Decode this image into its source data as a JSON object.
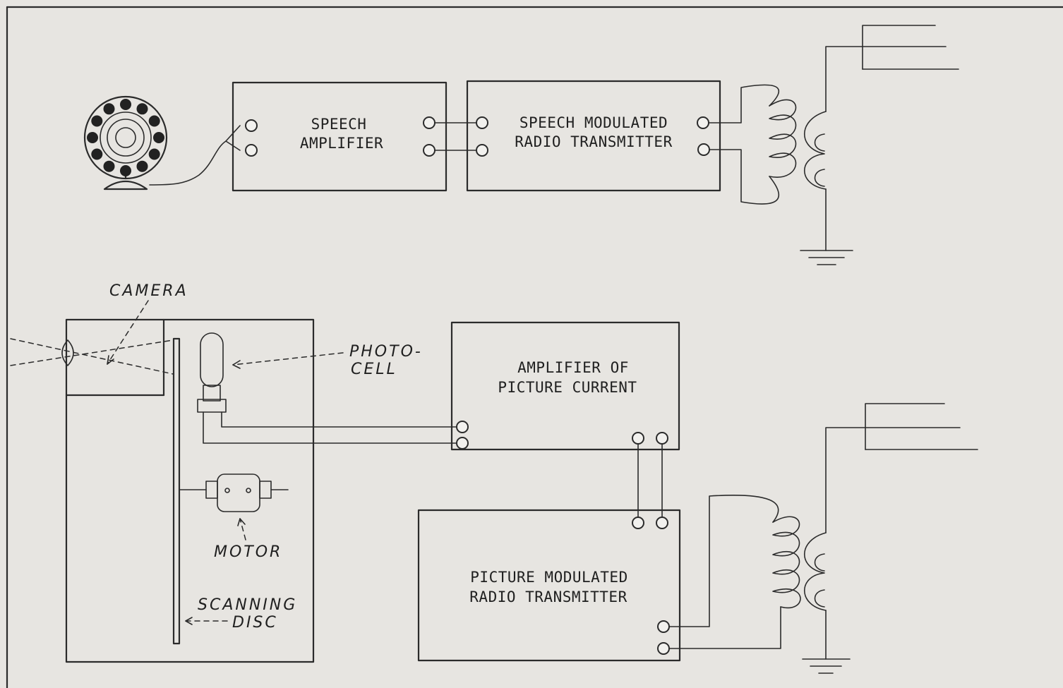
{
  "labels": {
    "speech_amplifier": [
      "SPEECH",
      "AMPLIFIER"
    ],
    "speech_transmitter": [
      "SPEECH MODULATED",
      "RADIO TRANSMITTER"
    ],
    "picture_amplifier": [
      "AMPLIFIER OF",
      "PICTURE CURRENT"
    ],
    "picture_transmitter": [
      "PICTURE MODULATED",
      "RADIO TRANSMITTER"
    ],
    "camera": "CAMERA",
    "photocell": [
      "PHOTO-",
      "CELL"
    ],
    "motor": "MOTOR",
    "scanning_disc": [
      "SCANNING",
      "DISC"
    ]
  },
  "components": {
    "microphone_icon": "microphone",
    "antenna_icon": "antenna",
    "ground_icon": "ground",
    "coil_icon": "coupling-coil",
    "lens_icon": "lens",
    "photocell_icon": "photo-cell",
    "motor_icon": "motor"
  },
  "colors": {
    "paper": "#e7e5e1",
    "ink": "#2b2b2b"
  }
}
